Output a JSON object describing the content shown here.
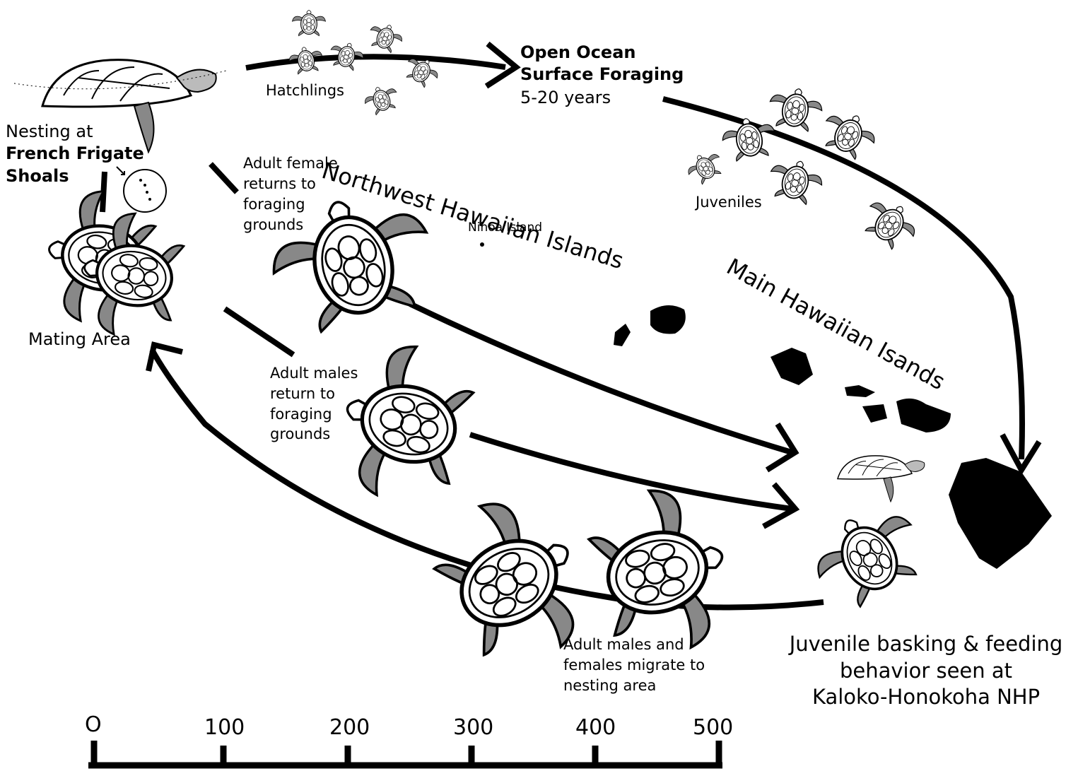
{
  "labels": {
    "nesting_prefix": "Nesting at",
    "nesting_site": "French Frigate",
    "nesting_site_2": "Shoals",
    "hatchlings": "Hatchlings",
    "open_ocean_1": "Open Ocean",
    "open_ocean_2": "Surface Foraging",
    "open_ocean_years": "5-20 years",
    "juveniles": "Juveniles",
    "northwest": "Northwest Hawaiian Islands",
    "main_islands": "Main Hawaiian Isands",
    "nihoa": "Nihoa Island",
    "mating_area": "Mating Area",
    "female_return": [
      "Adult female",
      "returns to",
      "foraging",
      "grounds"
    ],
    "male_return": [
      "Adult males",
      "return to",
      "foraging",
      "grounds"
    ],
    "migrate": [
      "Adult males and",
      "females migrate to",
      "nesting area"
    ],
    "basking": [
      "Juvenile basking & feeding",
      "behavior seen at",
      "Kaloko-Honokoha NHP"
    ]
  },
  "scale": {
    "ticks": [
      "O",
      "100",
      "200",
      "300",
      "400",
      "500"
    ]
  },
  "icons": [
    "nesting-turtle-icon",
    "hatchling-turtle-icon",
    "juvenile-turtle-icon",
    "adult-turtle-icon",
    "mating-turtles-icon",
    "basking-turtle-icon",
    "island-icon"
  ]
}
